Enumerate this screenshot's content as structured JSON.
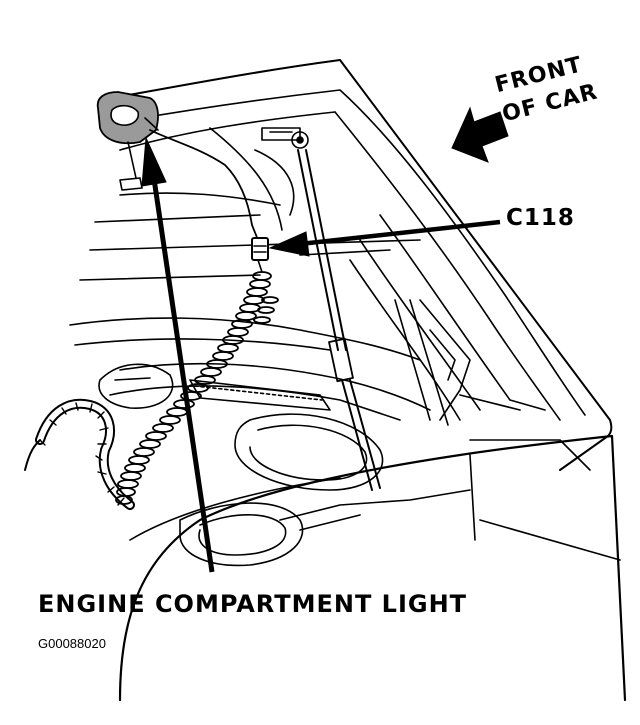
{
  "callouts": {
    "front_line1": "FRONT",
    "front_line2": "OF CAR",
    "connector": "C118"
  },
  "caption": "ENGINE COMPARTMENT LIGHT",
  "figure_id": "G00088020",
  "colors": {
    "ink": "#000000",
    "paper": "#ffffff",
    "lamp_fill": "#9a9a9a"
  }
}
